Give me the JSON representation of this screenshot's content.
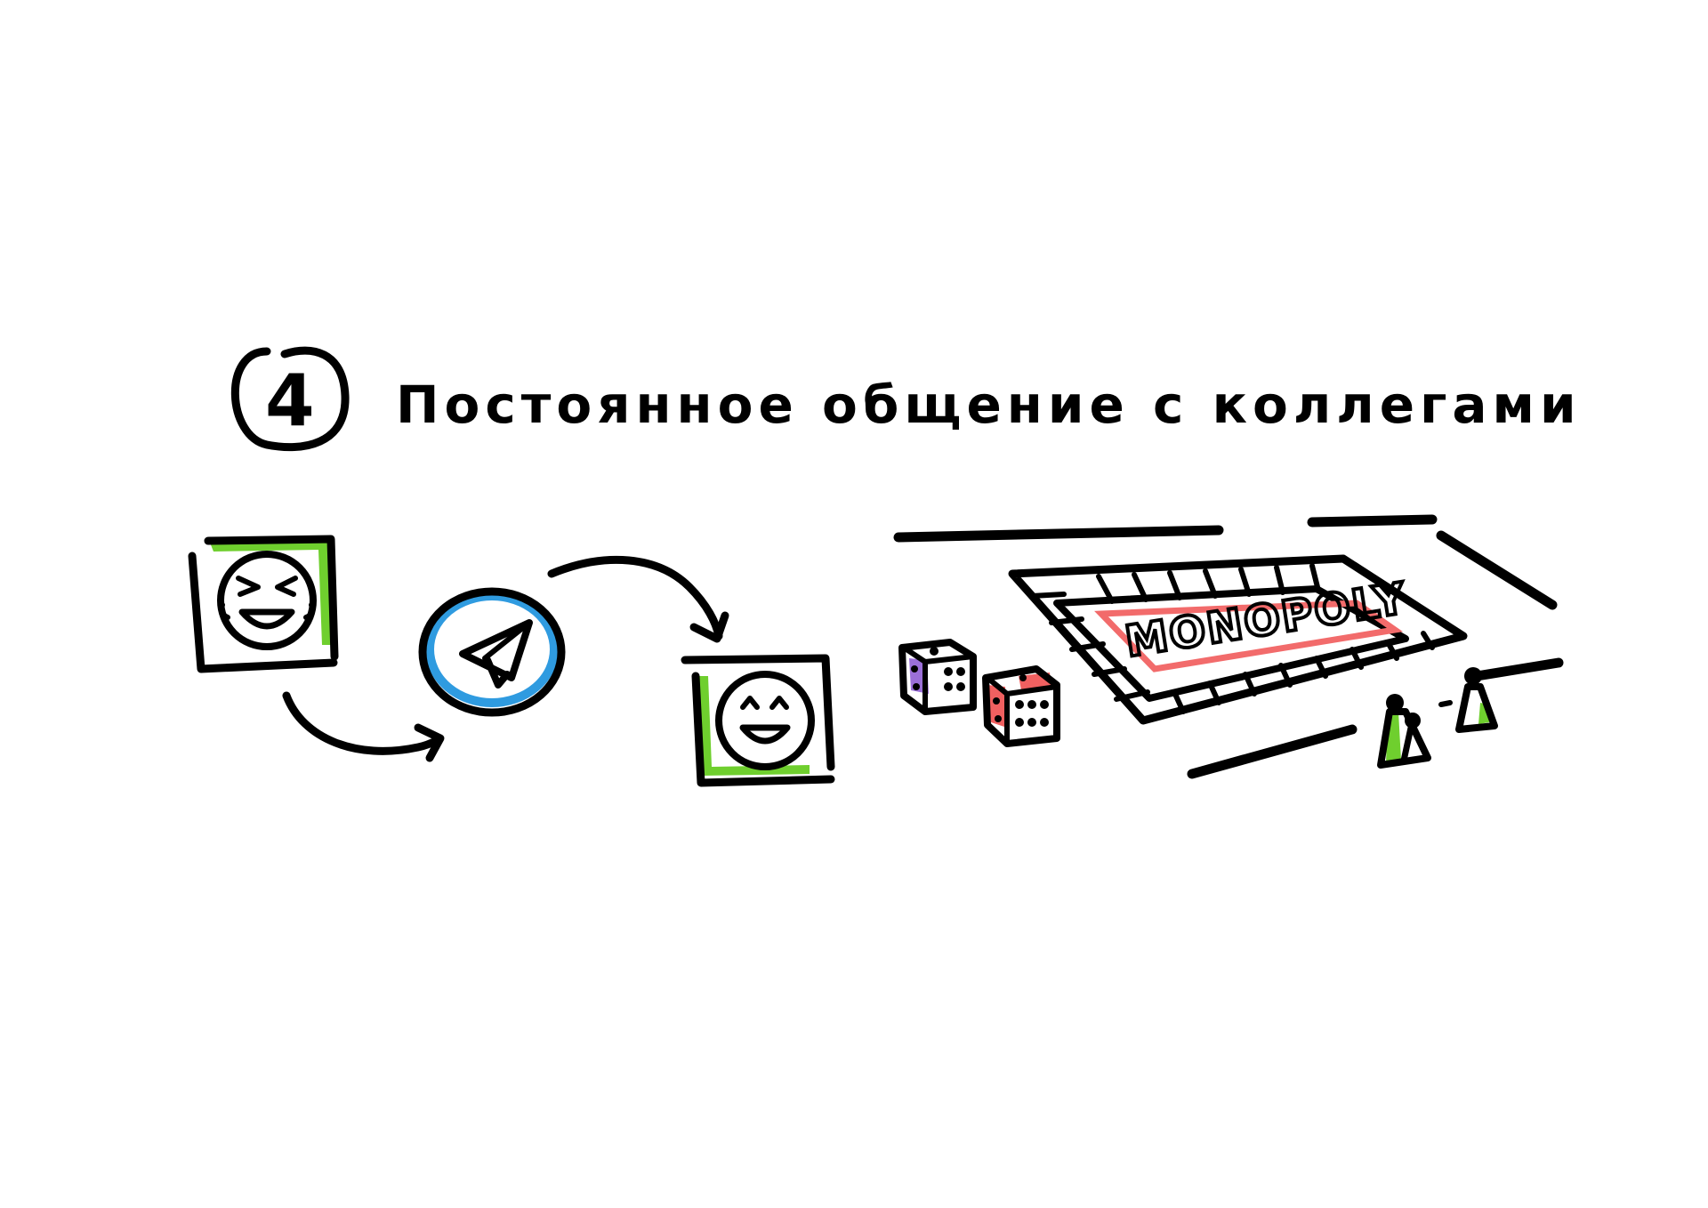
{
  "heading": {
    "number": "4",
    "text": "Постоянное общение с коллегами"
  },
  "board": {
    "label": "MONOPOLY"
  },
  "icons": {
    "sender": "laughing-face-icon",
    "messenger": "paper-plane-icon",
    "receiver": "smiling-face-icon",
    "dice": "dice-icon",
    "pawns": "pawn-icon"
  },
  "colors": {
    "ink": "#000000",
    "frame_accent": "#6fcf2e",
    "messenger_ring": "#2f9be0",
    "board_banner": "#f26b6b",
    "die_purple": "#9b6fd8",
    "die_red": "#f06060",
    "pawn_accent": "#6fcf2e"
  }
}
